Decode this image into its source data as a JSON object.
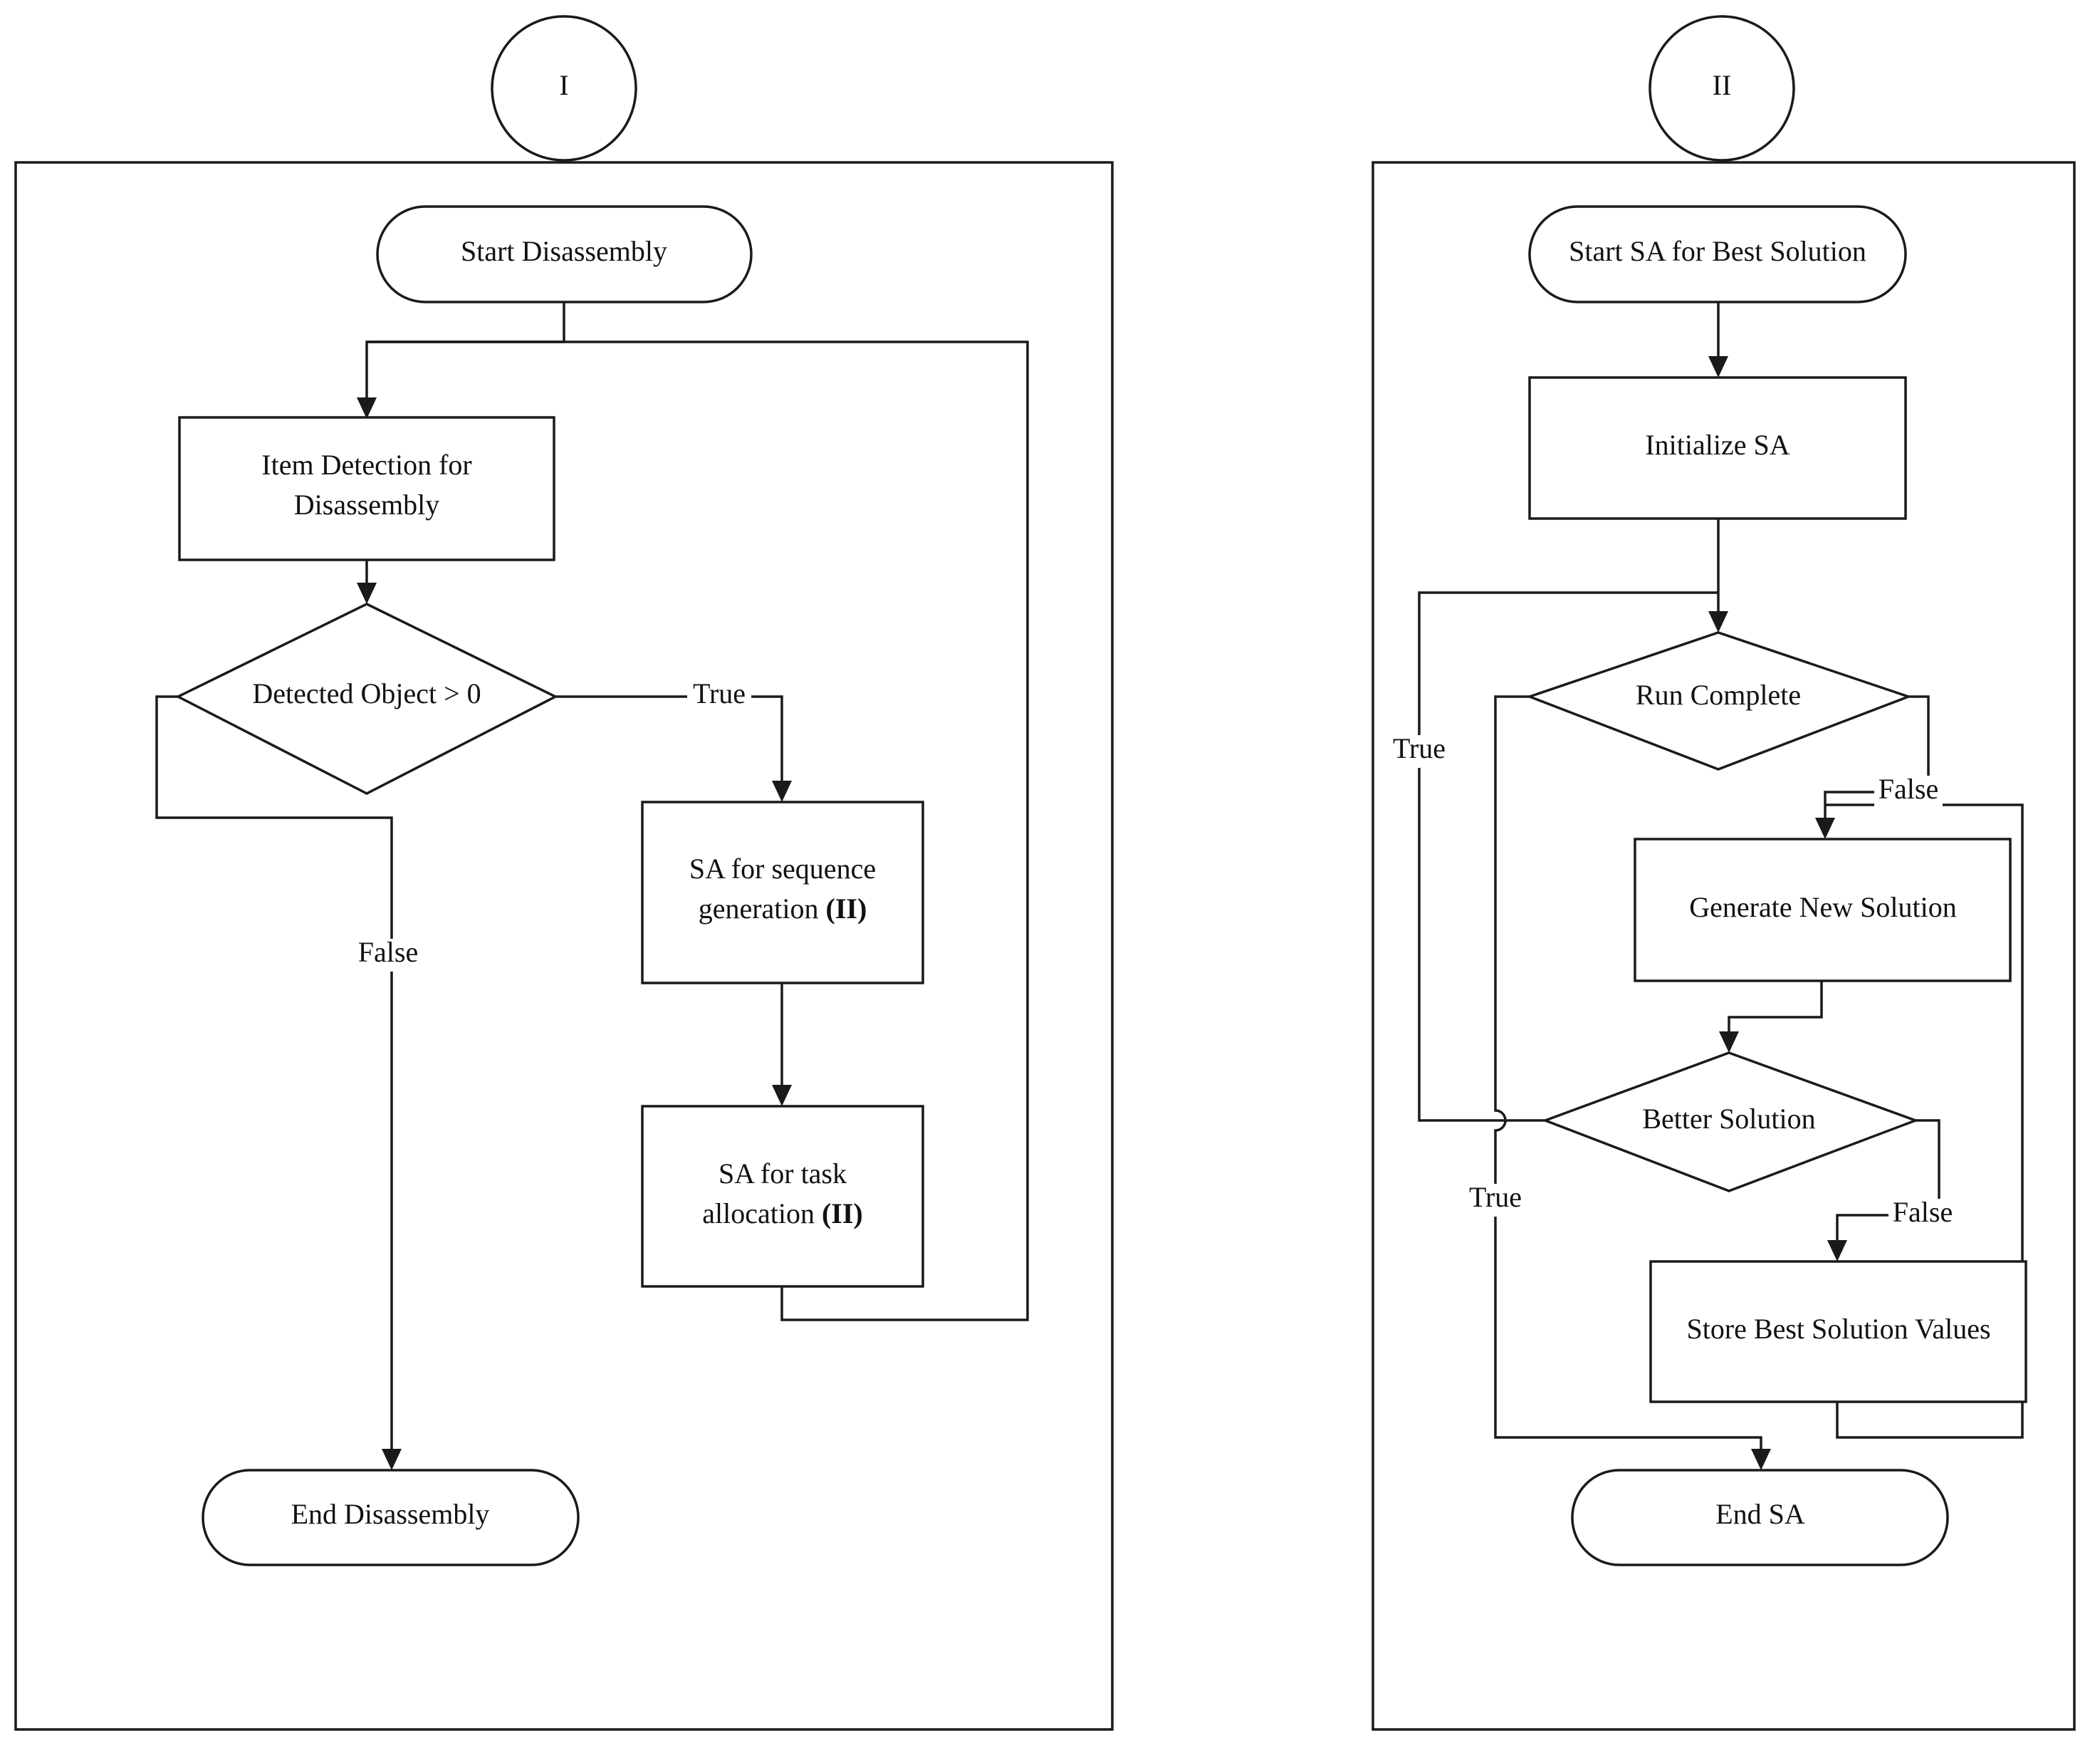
{
  "panel_i": {
    "label": "I",
    "start": "Start Disassembly",
    "detect_line1": "Item Detection for",
    "detect_line2": "Disassembly",
    "decision": "Detected Object > 0",
    "true_label": "True",
    "false_label": "False",
    "seq_line1": "SA for sequence",
    "seq_line2_text": "generation",
    "seq_line2_ref": "(II)",
    "task_line1": "SA for task",
    "task_line2_text": "allocation",
    "task_line2_ref": "(II)",
    "end": "End Disassembly"
  },
  "panel_ii": {
    "label": "II",
    "start": "Start SA for Best Solution",
    "init": "Initialize SA",
    "run_complete": "Run Complete",
    "generate": "Generate New Solution",
    "better": "Better Solution",
    "store": "Store Best Solution Values",
    "end": "End SA",
    "true_left": "True",
    "true_inner": "True",
    "false_run": "False",
    "false_better": "False"
  }
}
